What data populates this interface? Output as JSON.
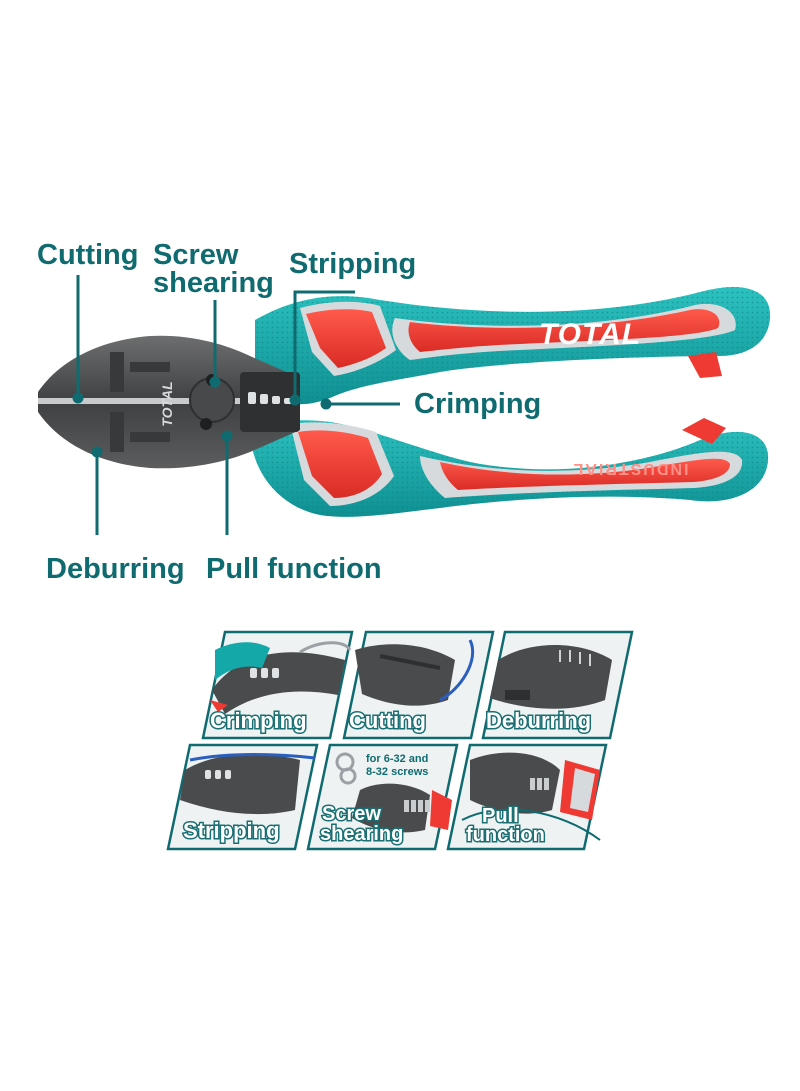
{
  "brand": {
    "logo_text": "TOTAL",
    "handle_text": "INDUSTRIAL",
    "colors": {
      "teal": "#15a8a8",
      "teal_dark": "#0f6b70",
      "red": "#ee3a32",
      "steel": "#5a5a5c",
      "silver": "#d7dadc"
    }
  },
  "callouts": {
    "cutting": "Cutting",
    "screw_shearing_1": "Screw",
    "screw_shearing_2": "shearing",
    "stripping": "Stripping",
    "crimping": "Crimping",
    "deburring": "Deburring",
    "pull_function": "Pull function"
  },
  "tiles": {
    "crimping": "Crimping",
    "cutting": "Cutting",
    "deburring": "Deburring",
    "stripping": "Stripping",
    "screw_shearing_1": "Screw",
    "screw_shearing_2": "shearing",
    "screw_note_1": "for 6-32 and",
    "screw_note_2": "8-32 screws",
    "pull_function_1": "Pull",
    "pull_function_2": "function"
  }
}
